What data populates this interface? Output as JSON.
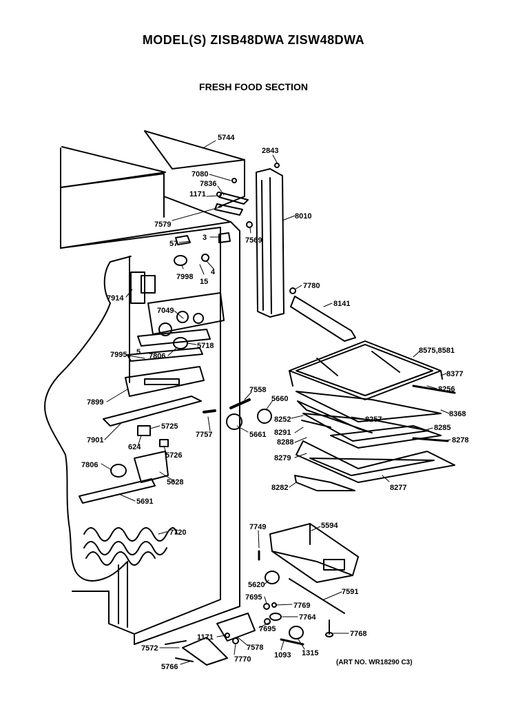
{
  "header": {
    "model_title": "MODEL(S) ZISB48DWA  ZISW48DWA",
    "section_title": "FRESH FOOD SECTION"
  },
  "footer": {
    "art_no": "(ART NO. WR18290 C3)"
  },
  "parts": [
    "5744",
    "2843",
    "7080",
    "7836",
    "1171",
    "7579",
    "8010",
    "7569",
    "57",
    "3",
    "7998",
    "15",
    "4",
    "7914",
    "7049",
    "7780",
    "8141",
    "5718",
    "7995",
    "5",
    "7806",
    "8575,8581",
    "8377",
    "8256",
    "8368",
    "7558",
    "5660",
    "8252",
    "8257",
    "8291",
    "8288",
    "8285",
    "8278",
    "7899",
    "8279",
    "8277",
    "8282",
    "7901",
    "5725",
    "7757",
    "5661",
    "624",
    "5726",
    "7806",
    "5628",
    "5691",
    "7749",
    "5594",
    "7720",
    "5620",
    "7695",
    "7769",
    "7591",
    "7764",
    "7695",
    "7768",
    "1171",
    "7572",
    "7578",
    "7770",
    "1093",
    "1315",
    "5766"
  ]
}
